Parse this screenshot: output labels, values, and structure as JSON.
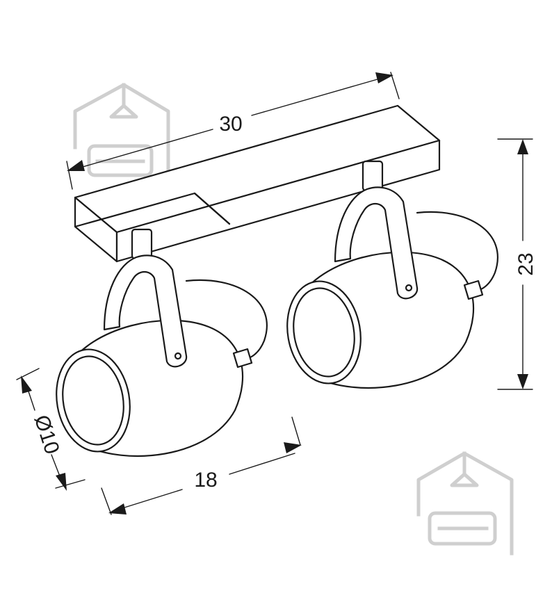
{
  "dimensions": {
    "length": "30",
    "height": "23",
    "depth": "18",
    "diameter": "Ø10"
  },
  "colors": {
    "line": "#1a1a1a",
    "watermark": "#cfcfcf",
    "background": "#ffffff"
  },
  "icons": [
    "house-logo-icon",
    "house-logo-icon"
  ]
}
